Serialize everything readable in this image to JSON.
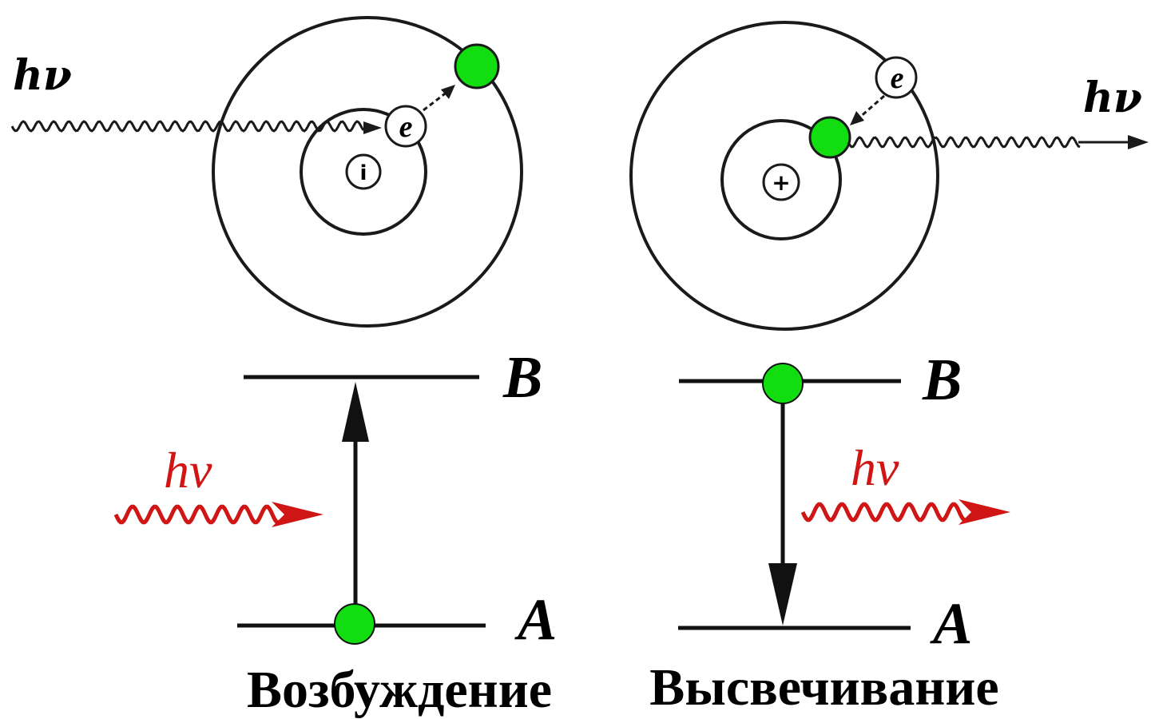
{
  "left_panel": {
    "photon_label": "hν",
    "electron_label": "e",
    "nucleus_label": "i",
    "level_upper": "B",
    "level_lower": "A",
    "red_photon_label": "hν",
    "caption": "Возбуждение"
  },
  "right_panel": {
    "photon_label": "hν",
    "electron_label": "e",
    "nucleus_label": "+",
    "level_upper": "B",
    "level_lower": "A",
    "red_photon_label": "hν",
    "caption": "Высвечивание"
  },
  "colors": {
    "electron_fill": "#11dd11",
    "photon_red": "#d01515",
    "ink": "#111111"
  }
}
